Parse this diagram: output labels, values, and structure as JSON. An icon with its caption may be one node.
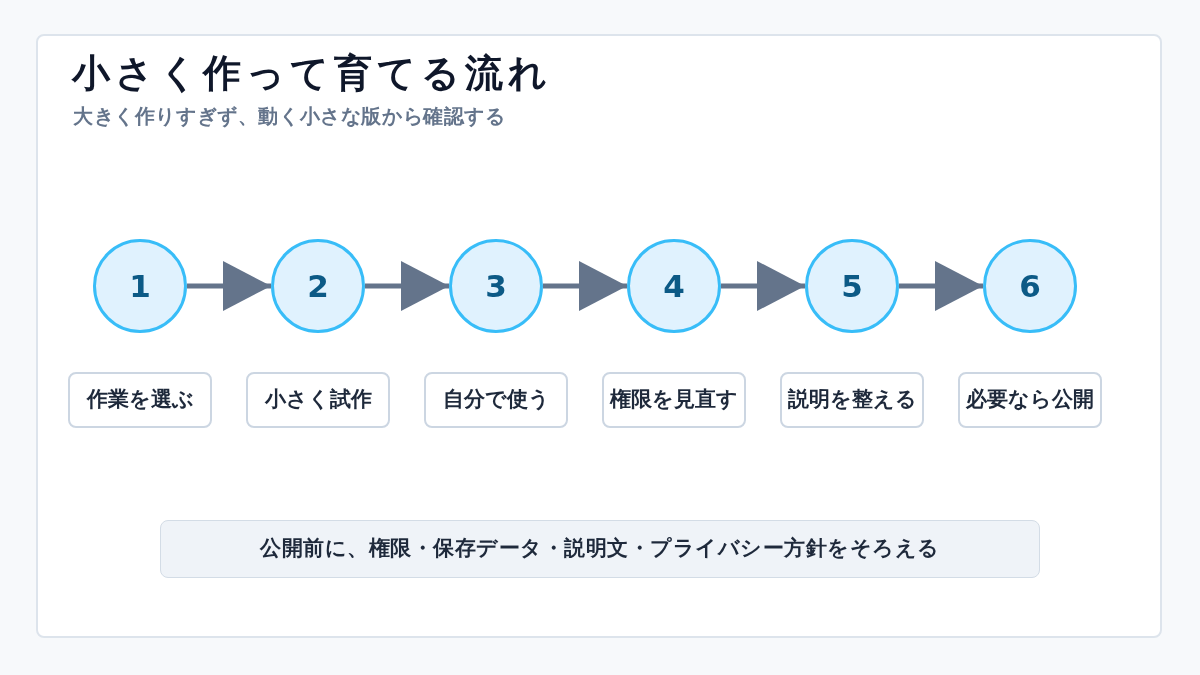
{
  "diagram": {
    "title": "小さく作って育てる流れ",
    "nodes": [
      {
        "text": [
          "1"
        ]
      },
      {
        "text": [
          "2"
        ]
      },
      {
        "text": [
          "3"
        ]
      },
      {
        "text": [
          "4"
        ]
      },
      {
        "text": [
          "5"
        ]
      },
      {
        "text": [
          "6"
        ]
      },
      {
        "text": [
          "作業を選ぶ"
        ]
      },
      {
        "text": [
          "小さく試作"
        ]
      },
      {
        "text": [
          "自分で使う"
        ]
      },
      {
        "text": [
          "権限を見直す"
        ]
      },
      {
        "text": [
          "説明を整える"
        ]
      },
      {
        "text": [
          "必要なら公開"
        ]
      },
      {
        "text": [
          "公開前に、権限・保存データ・説明文・プライバシー方針をそろえる"
        ]
      }
    ],
    "edges": [
      {
        "from": 0,
        "to": 1,
        "arrow": "to"
      },
      {
        "from": 1,
        "to": 2,
        "arrow": "to"
      },
      {
        "from": 2,
        "to": 3,
        "arrow": "to"
      },
      {
        "from": 3,
        "to": 4,
        "arrow": "to"
      },
      {
        "from": 4,
        "to": 5,
        "arrow": "to"
      }
    ],
    "labels": [
      "大きく作りすぎず、動く小さな版から確認する"
    ]
  }
}
